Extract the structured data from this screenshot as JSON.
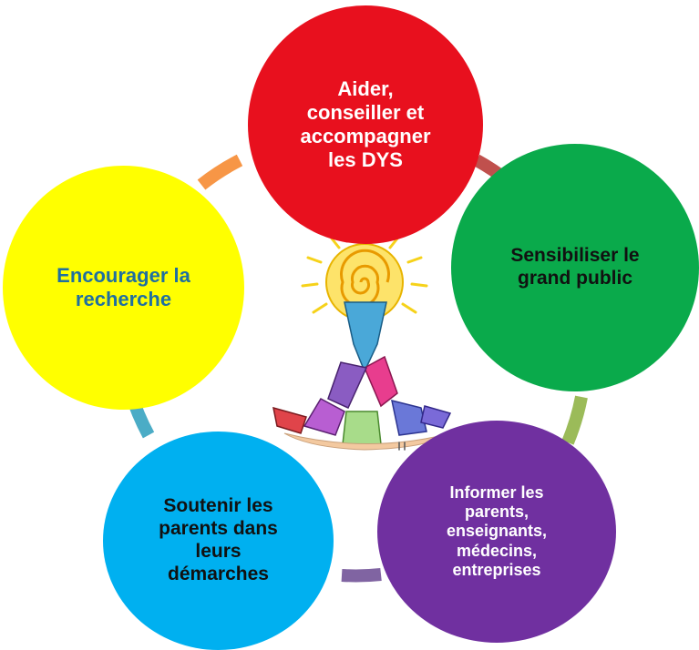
{
  "diagram": {
    "nodes": [
      {
        "id": "red",
        "label": "Aider,\nconseiller et\naccompagner\nles DYS",
        "fill": "#e8101e",
        "text_color": "#ffffff"
      },
      {
        "id": "green",
        "label": "Sensibiliser le\ngrand public",
        "fill": "#0aaa4b",
        "text_color": "#111111"
      },
      {
        "id": "purple",
        "label": "Informer les\nparents,\nenseignants,\nmédecins,\nentreprises",
        "fill": "#7030a0",
        "text_color": "#ffffff"
      },
      {
        "id": "blue",
        "label": "Soutenir les\nparents dans\nleurs\ndémarches",
        "fill": "#00b0f0",
        "text_color": "#111111"
      },
      {
        "id": "yellow",
        "label": "Encourager la\nrecherche",
        "fill": "#ffff00",
        "text_color": "#1f6fa0"
      }
    ],
    "connector_colors": [
      "#c0504d",
      "#9bbb59",
      "#8064a2",
      "#4bacc6",
      "#f79646"
    ]
  }
}
